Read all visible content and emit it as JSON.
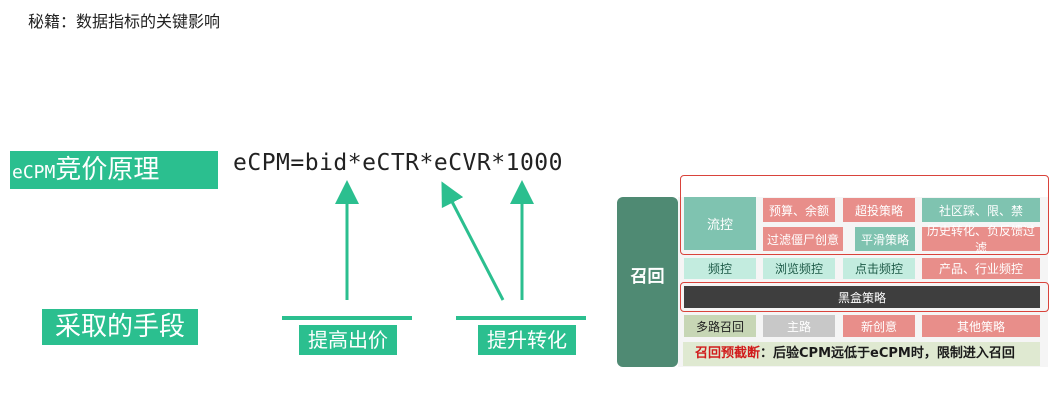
{
  "title": "秘籍：数据指标的关键影响",
  "ecpm_label": {
    "prefix": "eCPM",
    "suffix": "竞价原理"
  },
  "formula": "eCPM=bid*eCTR*eCVR*1000",
  "means_label": "采取的手段",
  "actions": {
    "raise_bid": "提高出价",
    "improve_conversion": "提升转化"
  },
  "diagram": {
    "section_label": "召回",
    "flow_control": "流控",
    "row1": [
      "预算、余额",
      "超投策略",
      "社区踩、限、禁"
    ],
    "row2": [
      "过滤僵尸创意",
      "平滑策略",
      "历史转化、负反馈过滤"
    ],
    "freq_row": [
      "频控",
      "浏览频控",
      "点击频控",
      "产品、行业频控"
    ],
    "blackbox": "黑盒策略",
    "recall_row": [
      "多路召回",
      "主路",
      "新创意",
      "其他策略"
    ],
    "notice_red": "召回预截断",
    "notice_text": "：后验CPM远低于eCPM时，限制进入召回"
  },
  "colors": {
    "accent_green": "#2bbf8f",
    "panel_green": "#4f8a73",
    "highlight_red": "#d9433b"
  }
}
